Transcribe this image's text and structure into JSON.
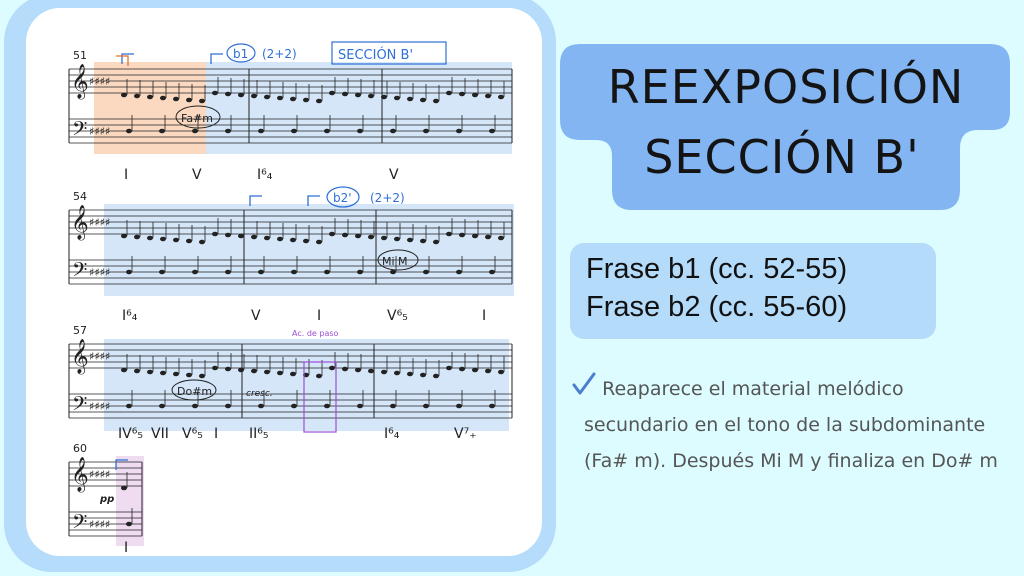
{
  "slide": {
    "title_line1": "REEXPOSICIÓN",
    "title_line2": "SECCIÓN B'",
    "phrases": [
      "Frase b1 (cc. 52-55)",
      "Frase b2 (cc. 55-60)"
    ],
    "bullet_icon": "check-icon",
    "bullet_text": "Reaparece el material melódico secundario en el tono de la subdominante (Fa# m). Después Mi M y finaliza en Do# m"
  },
  "score": {
    "measure_numbers": [
      "51",
      "54",
      "57",
      "60"
    ],
    "annotations": {
      "b1": "b1",
      "b1_group": "(2+2)",
      "section": "SECCIÓN B'",
      "b2": "b2'",
      "b2_group": "(2+2)",
      "key_fa": "Fa#m",
      "key_mi": "Mi M",
      "key_do": "Do#m",
      "cresc": "cresc.",
      "passing": "Ac. de paso",
      "pp": "pp"
    },
    "harmony": {
      "system1": [
        "I",
        "V",
        "I⁶₄",
        "V"
      ],
      "system2": [
        "I⁶₄",
        "V",
        "I",
        "V⁶₅",
        "I"
      ],
      "system3": [
        "IV⁶₅",
        "VII",
        "V⁶₅",
        "I",
        "II⁶₅",
        "I⁶₄",
        "V⁷₊"
      ],
      "system4": [
        "I"
      ]
    },
    "colors": {
      "orange": "#f9c9a6",
      "blue": "#c9e0f6",
      "pink": "#ecd3ee",
      "ink_blue": "#2f6fd6",
      "ink_purple": "#9b4fd6"
    }
  }
}
